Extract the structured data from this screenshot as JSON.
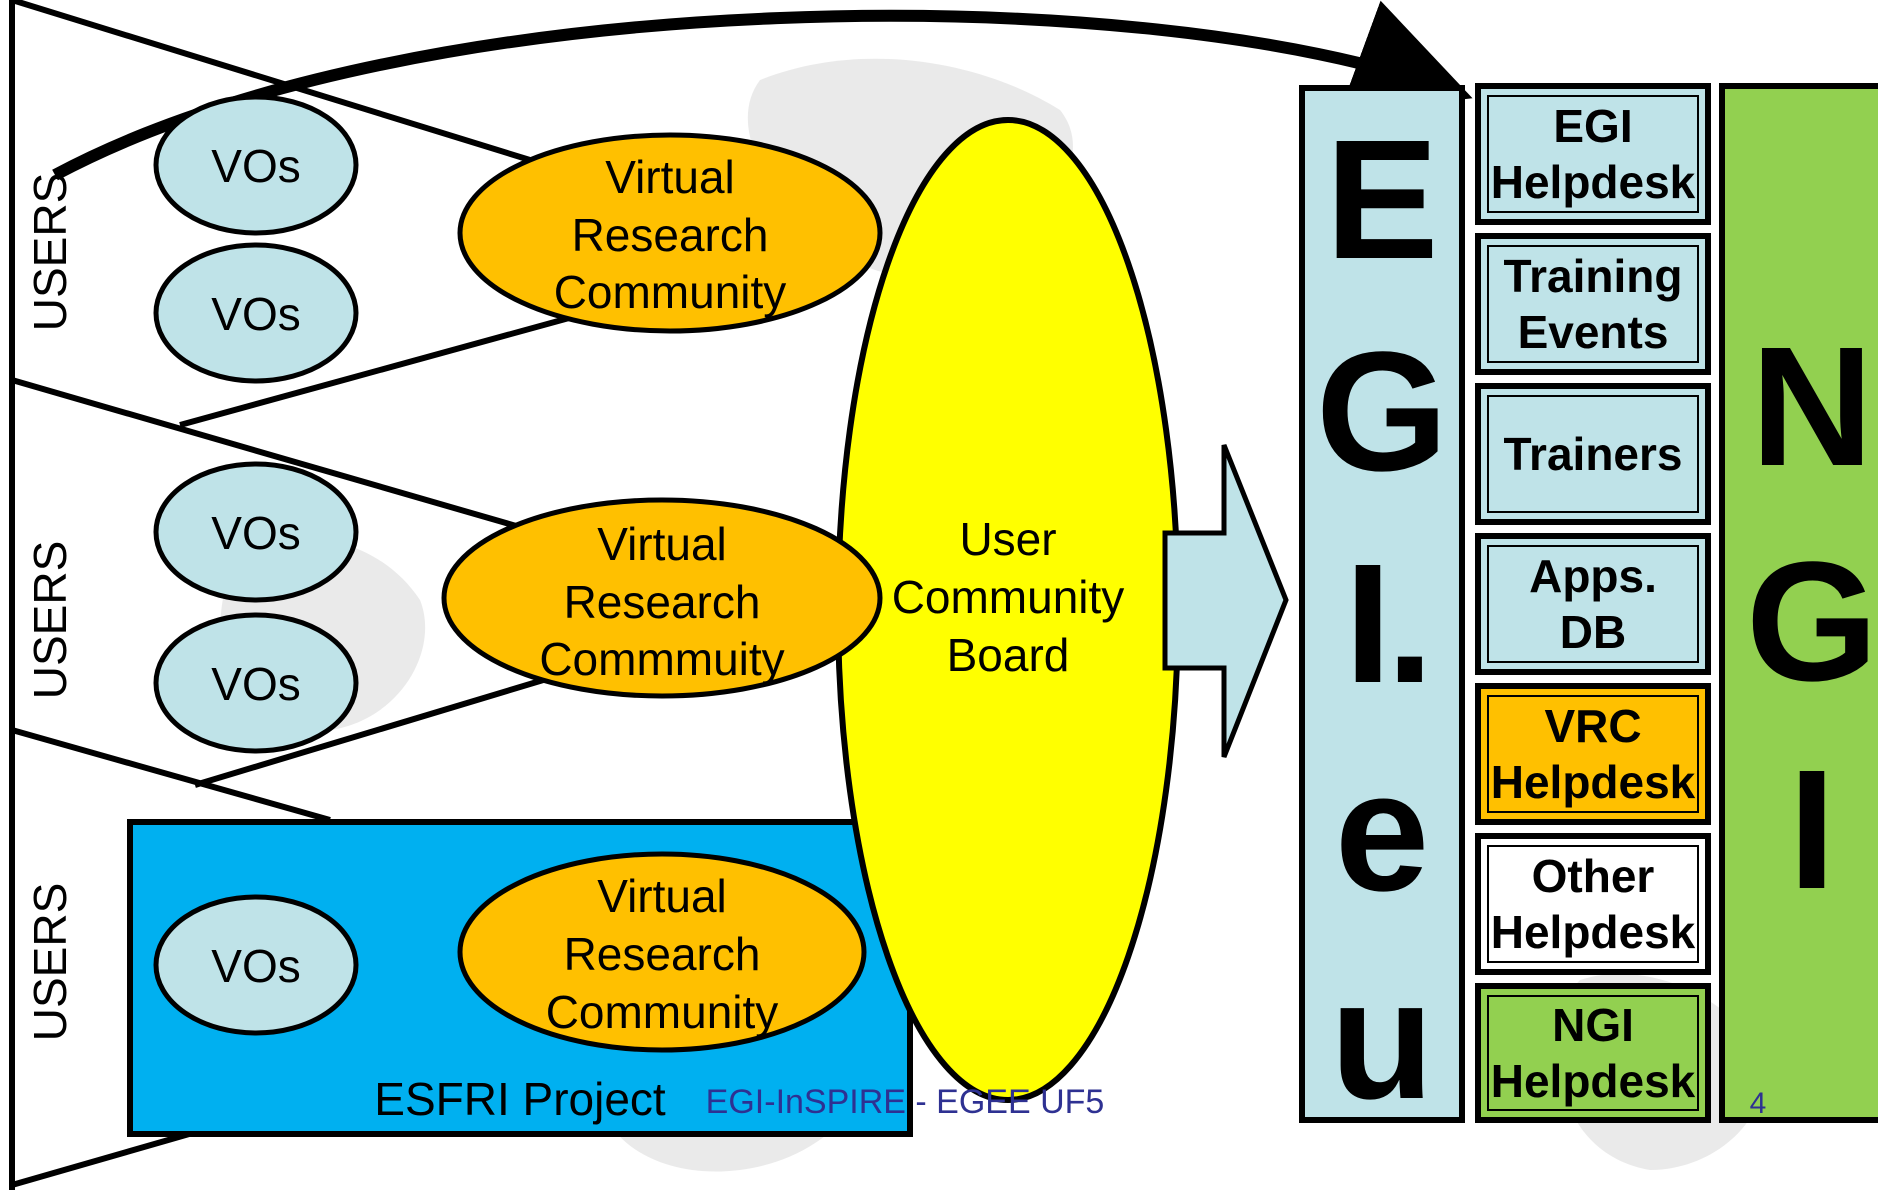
{
  "colors": {
    "vo_fill": "#bfe3e8",
    "vrc_fill": "#ffc000",
    "board_fill": "#ffff00",
    "esfri_fill": "#00b0f0",
    "egi_fill": "#bfe3e8",
    "ngi_fill": "#92d050",
    "white_fill": "#ffffff",
    "footer_text": "#2e3192"
  },
  "users_label": "USERS",
  "vo_label": "VOs",
  "vrc": {
    "top": [
      "Virtual",
      "Research",
      "Community"
    ],
    "middle": [
      "Virtual",
      "Research",
      "Commmuity"
    ],
    "bottom": [
      "Virtual",
      "Research",
      "Community"
    ]
  },
  "esfri_label": "ESFRI Project",
  "board": [
    "User",
    "Community",
    "Board"
  ],
  "egi_letters": [
    "E",
    "G",
    "I",
    ".",
    "e",
    "u"
  ],
  "ngi_letters": [
    "N",
    "G",
    "I"
  ],
  "services": [
    {
      "lines": [
        "EGI",
        "Helpdesk"
      ],
      "color": "egi_fill"
    },
    {
      "lines": [
        "Training",
        "Events"
      ],
      "color": "egi_fill"
    },
    {
      "lines": [
        "Trainers"
      ],
      "color": "egi_fill"
    },
    {
      "lines": [
        "Apps.",
        "DB"
      ],
      "color": "egi_fill"
    },
    {
      "lines": [
        "VRC",
        "Helpdesk"
      ],
      "color": "vrc_fill"
    },
    {
      "lines": [
        "Other",
        "Helpdesk"
      ],
      "color": "white_fill"
    },
    {
      "lines": [
        "NGI",
        "Helpdesk"
      ],
      "color": "ngi_fill"
    }
  ],
  "footer": "EGI-InSPIRE - EGEE UF5",
  "page_number": "4"
}
